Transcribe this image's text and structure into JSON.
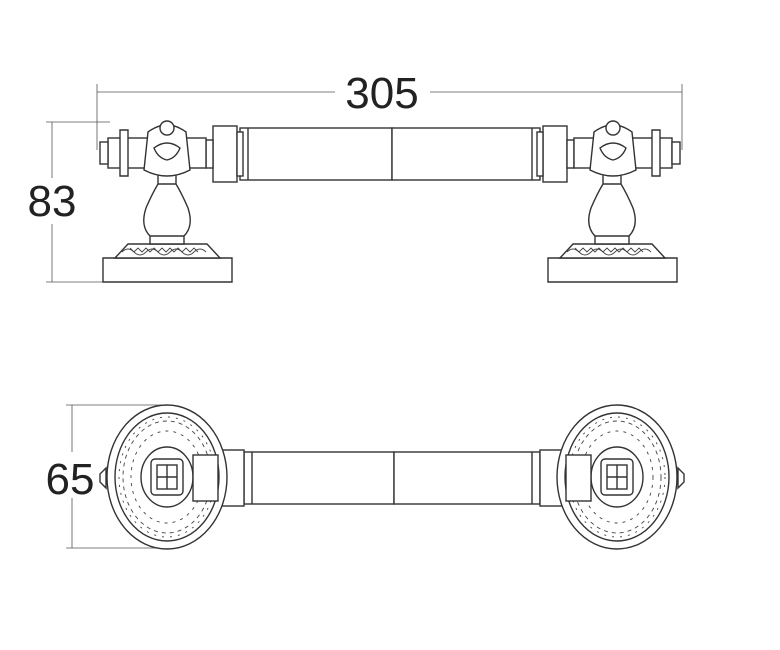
{
  "dimensions": {
    "length": "305",
    "height": "83",
    "depth": "65"
  },
  "colors": {
    "line": "#333333",
    "text": "#222222",
    "background": "#ffffff"
  }
}
